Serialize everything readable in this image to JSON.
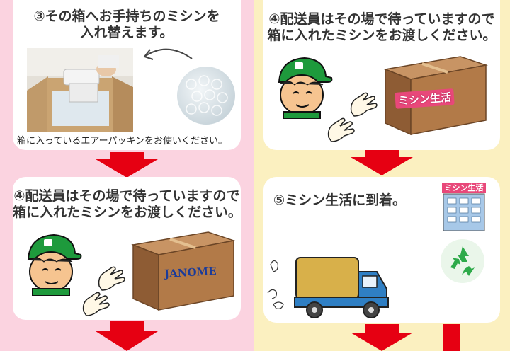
{
  "step3": {
    "title_line1": "③その箱へお手持ちのミシンを",
    "title_line2": "入れ替えます。",
    "caption": "箱に入っているエアーパッキンをお使いください。"
  },
  "step4_left": {
    "title_line1": "④配送員はその場で待っていますので",
    "title_line2": "箱に入れたミシンをお渡しください。",
    "box_label": "JANOME"
  },
  "step4_right": {
    "title_line1": "④配送員はその場で待っていますので",
    "title_line2": "箱に入れたミシンをお渡しください。",
    "box_label": "ミシン生活"
  },
  "step5": {
    "title": "⑤ミシン生活に到着。",
    "building_sign": "ミシン生活"
  },
  "colors": {
    "left_bg": "#fbd3e0",
    "right_bg": "#fbf0c0",
    "arrow": "#e60012",
    "cap_green": "#1e9a3c",
    "box_brown": "#b07a4a",
    "truck_blue": "#2f7fc4",
    "recycle_green": "#2eaa4a"
  },
  "icons": [
    "down-arrow-icon",
    "person-cap-icon",
    "hand-icon",
    "cardboard-box-icon",
    "truck-icon",
    "building-icon",
    "recycle-icon",
    "curved-arrow-icon"
  ]
}
